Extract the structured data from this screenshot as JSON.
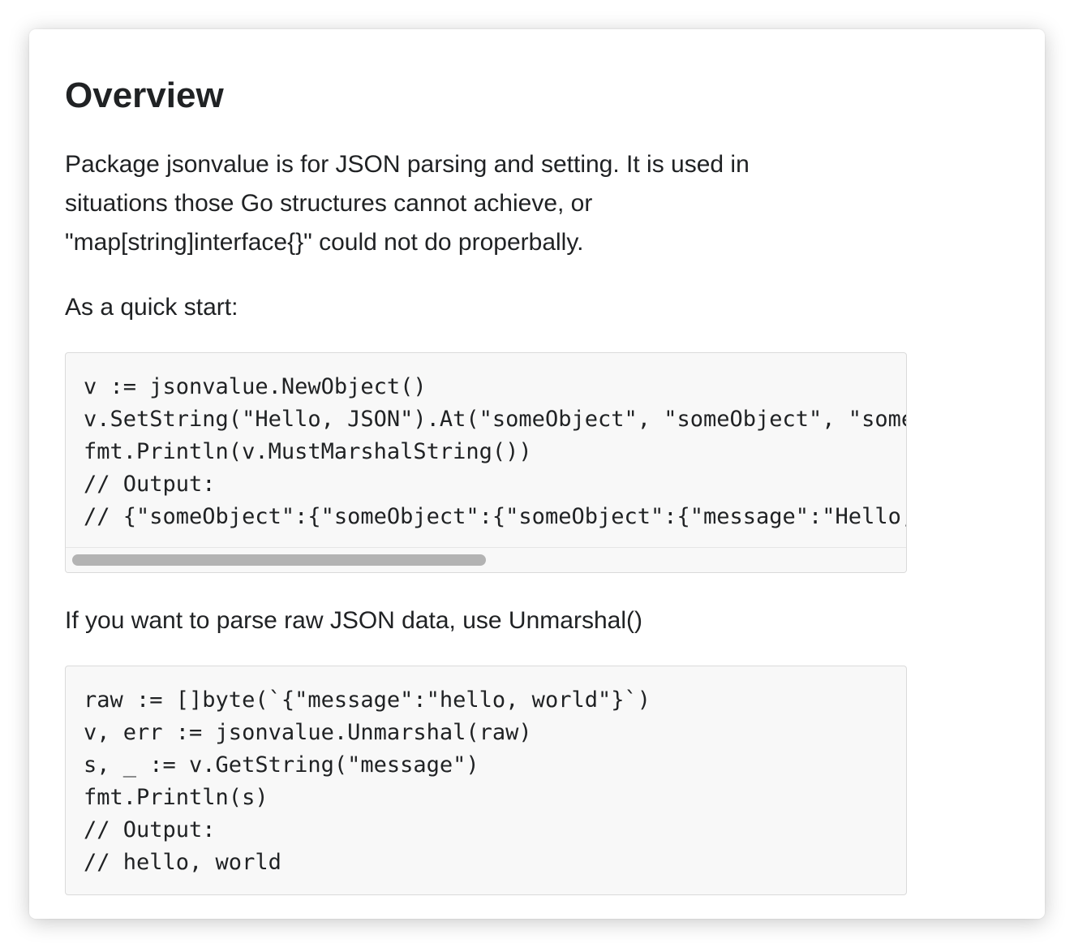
{
  "overview": {
    "heading": "Overview",
    "intro": "Package jsonvalue is for JSON parsing and setting. It is used in situations those Go structures cannot achieve, or \"map[string]interface{}\" could not do properbally.",
    "quick_start": "As a quick start:",
    "code_quick_start": [
      "v := jsonvalue.NewObject()",
      "v.SetString(\"Hello, JSON\").At(\"someObject\", \"someObject\", \"someObject\", \"message\")",
      "fmt.Println(v.MustMarshalString())",
      "// Output:",
      "// {\"someObject\":{\"someObject\":{\"someObject\":{\"message\":\"Hello, JSON\"}}}"
    ],
    "parse_text": "If you want to parse raw JSON data, use Unmarshal()",
    "code_parse": [
      "raw := []byte(`{\"message\":\"hello, world\"}`)",
      "v, err := jsonvalue.Unmarshal(raw)",
      "s, _ := v.GetString(\"message\")",
      "fmt.Println(s)",
      "// Output:",
      "// hello, world"
    ]
  }
}
